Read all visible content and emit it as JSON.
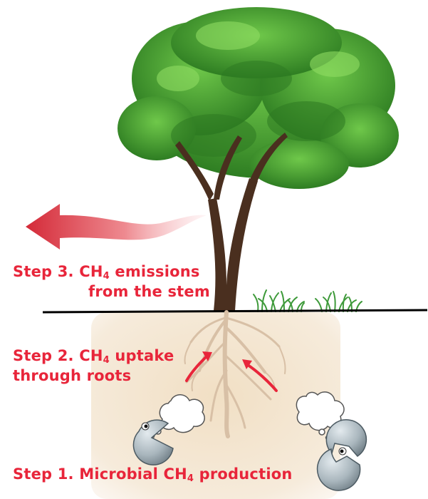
{
  "colors": {
    "label_text": "#e8253a",
    "arrow": "#d42a38",
    "soil": "#f3e5d0",
    "foliage": "#3f9a2c",
    "trunk": "#4a2f1f",
    "root": "#d8c0a6",
    "microbe": "#a9b6bd",
    "ground_line": "#000000"
  },
  "labels": {
    "step3": {
      "prefix": "Step 3. CH",
      "sub": "4",
      "suffix": " emissions",
      "line2": "from the stem"
    },
    "step2": {
      "prefix": "Step 2. CH",
      "sub": "4",
      "suffix": " uptake",
      "line2": "through roots"
    },
    "step1": {
      "prefix": "Step 1. Microbial CH",
      "sub": "4",
      "suffix": " production"
    }
  },
  "icons": [
    "tree-icon",
    "grass-icon",
    "microbe-icon",
    "thought-bubble-icon",
    "emission-arrow-icon",
    "uptake-arrow-icon"
  ]
}
